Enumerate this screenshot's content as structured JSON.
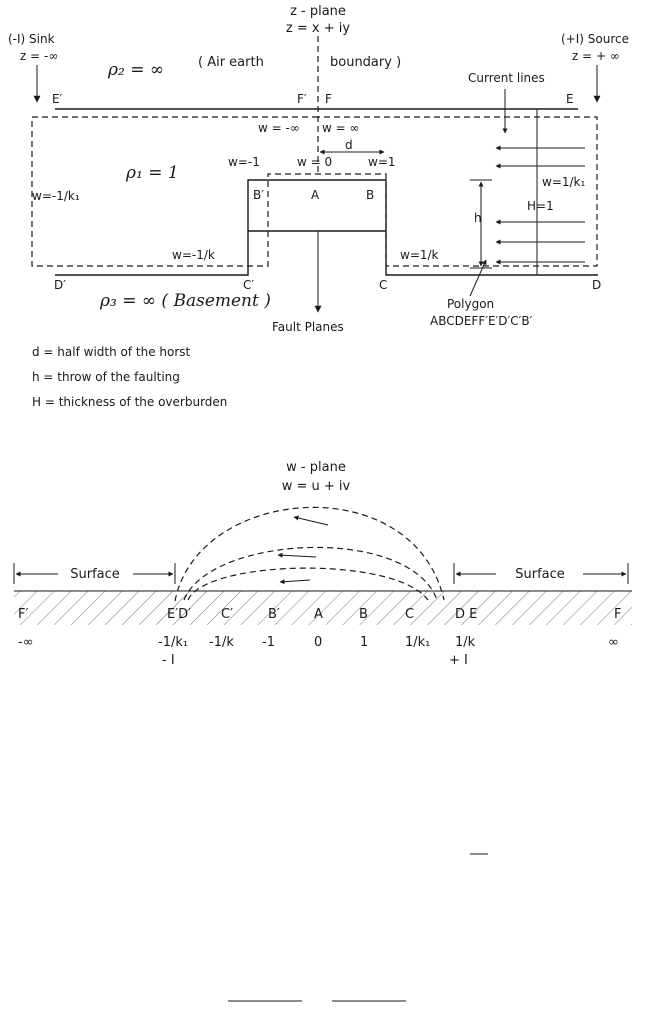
{
  "z_plane": {
    "title": "z - plane",
    "equation": "z = x + iy",
    "sink_label": "(-I) Sink",
    "sink_z": "z = -∞",
    "source_label": "(+I) Source",
    "source_z": "z = + ∞",
    "rho2": "ρ₂ = ∞",
    "air_boundary": "( Air earth",
    "air_boundary2": "boundary )",
    "rho1": "ρ₁ = 1",
    "rho3": "ρ₃ = ∞ ( Basement )",
    "current_lines": "Current lines",
    "fault_planes": "Fault   Planes",
    "polygon_title": "Polygon",
    "polygon_vertices": "ABCDEFF′E′D′C′B′",
    "points": {
      "E_prime": "E′",
      "F_prime": "F′",
      "F": "F",
      "E": "E",
      "B_prime": "B′",
      "A": "A",
      "B": "B",
      "D_prime": "D′",
      "C_prime": "C′",
      "C": "C",
      "D": "D"
    },
    "w_values": {
      "minus_inf": "w = -∞",
      "plus_inf": "w = ∞",
      "minus_one": "w=-1",
      "zero": "w = 0",
      "one": "w=1",
      "inv_k1": "w=1/k₁",
      "minus_inv_k1": "w=-1/k₁",
      "minus_inv_k": "w=-1/k",
      "inv_k": "w=1/k"
    },
    "dims": {
      "d": "d",
      "h": "h",
      "H": "H=1"
    }
  },
  "legend": [
    "d = half width of the horst",
    "h = throw of the faulting",
    "H = thickness of the overburden"
  ],
  "w_plane": {
    "title": "w - plane",
    "equation": "w = u + iv",
    "surface_left": "Surface",
    "surface_right": "Surface",
    "axis_letters": [
      "F′",
      "E′D′",
      "C′",
      "B′",
      "A",
      "B",
      "C",
      "D E",
      "F"
    ],
    "axis_values": [
      "-∞",
      "-1/k₁",
      "-1/k",
      "-1",
      "0",
      "1",
      "1/k₁",
      "1/k",
      "∞"
    ],
    "minus_I": "- I",
    "plus_I": "+ I"
  }
}
